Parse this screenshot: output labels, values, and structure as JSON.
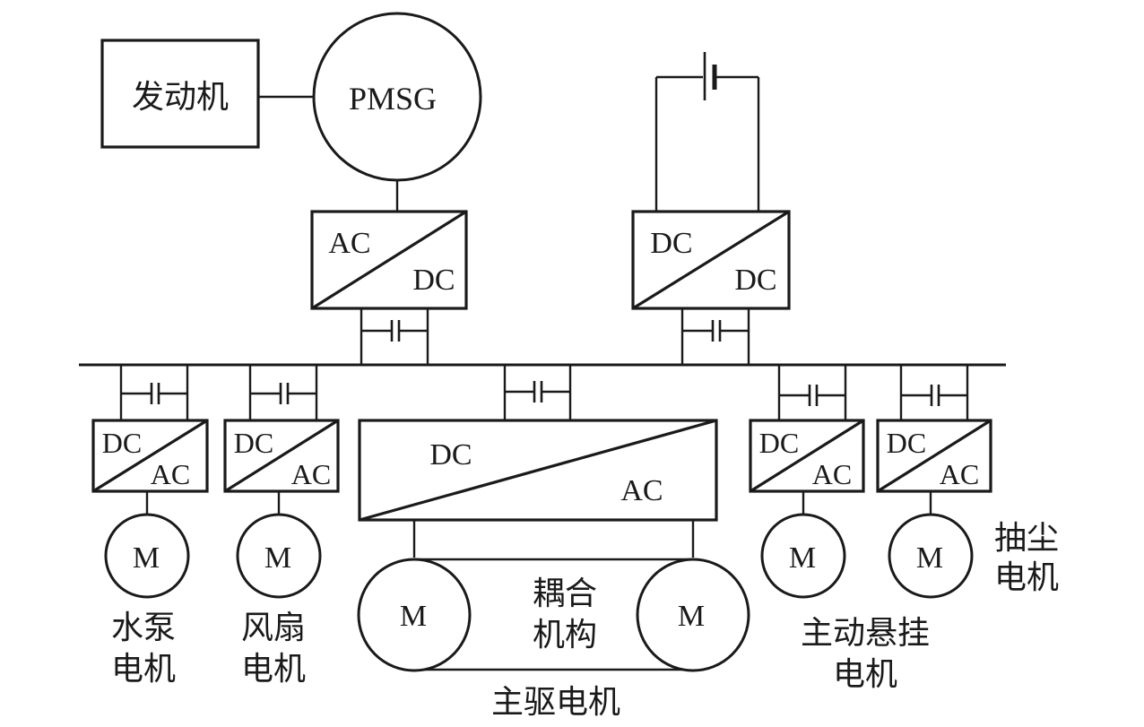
{
  "engine": {
    "label": "发动机"
  },
  "generator": {
    "label": "PMSG"
  },
  "battery_converter": {
    "top": "DC",
    "bottom": "DC"
  },
  "gen_converter": {
    "top": "AC",
    "bottom": "DC"
  },
  "pump": {
    "conv_top": "DC",
    "conv_bottom": "AC",
    "motor": "M",
    "label_line1": "水泵",
    "label_line2": "电机"
  },
  "fan": {
    "conv_top": "DC",
    "conv_bottom": "AC",
    "motor": "M",
    "label_line1": "风扇",
    "label_line2": "电机"
  },
  "main_drive": {
    "conv_top": "DC",
    "conv_bottom": "AC",
    "motor_left": "M",
    "motor_right": "M",
    "coupling_line1": "耦合",
    "coupling_line2": "机构",
    "label": "主驱电机"
  },
  "suspension": {
    "conv_top": "DC",
    "conv_bottom": "AC",
    "motor": "M",
    "label_line1": "主动悬挂",
    "label_line2": "电机"
  },
  "dust": {
    "conv_top": "DC",
    "conv_bottom": "AC",
    "motor": "M",
    "label_line1": "抽尘",
    "label_line2": "电机"
  }
}
